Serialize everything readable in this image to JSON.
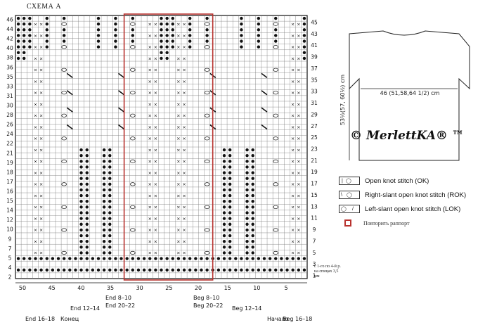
{
  "title": "СХЕМА А",
  "chart_data": {
    "type": "table",
    "left_row_labels": [
      "46",
      "44",
      "42",
      "40",
      "38",
      "36",
      "35",
      "33",
      "31",
      "30",
      "28",
      "26",
      "24",
      "22",
      "21",
      "19",
      "18",
      "17",
      "16",
      "15",
      "14",
      "12",
      "10",
      "9",
      "7",
      "5",
      "4",
      "2"
    ],
    "right_row_labels": [
      "45",
      "43",
      "41",
      "39",
      "37",
      "35",
      "33",
      "31",
      "29",
      "27",
      "25",
      "23",
      "21",
      "19",
      "17",
      "15",
      "13",
      "11",
      "9",
      "7",
      "5",
      "3",
      "1"
    ],
    "column_labels": [
      "50",
      "45",
      "40",
      "35",
      "30",
      "25",
      "20",
      "15",
      "10",
      "5"
    ],
    "markers": [
      "End 16–18",
      "Конец",
      "End 12–14",
      "End 8–10",
      "End 20–22",
      "Beg 8–10",
      "Beg 20–22",
      "Beg 12–14",
      "Начало",
      "Beg 16–18"
    ]
  },
  "schematic": {
    "width_label": "46 (51,58,64 1/2) cm",
    "height_label": "53½(57, 60½) cm",
    "watermark": "© MerlettKA® ™"
  },
  "legend": {
    "ok": "Open knot stitch (OK)",
    "rok": "Right-slant open knot stitch (ROK)",
    "lok": "Left-slant open knot stitch (LOK)",
    "repeat": "Повторить раппорт"
  },
  "note": "с 1-го по 4-й р. на спицах 3,5 мм"
}
